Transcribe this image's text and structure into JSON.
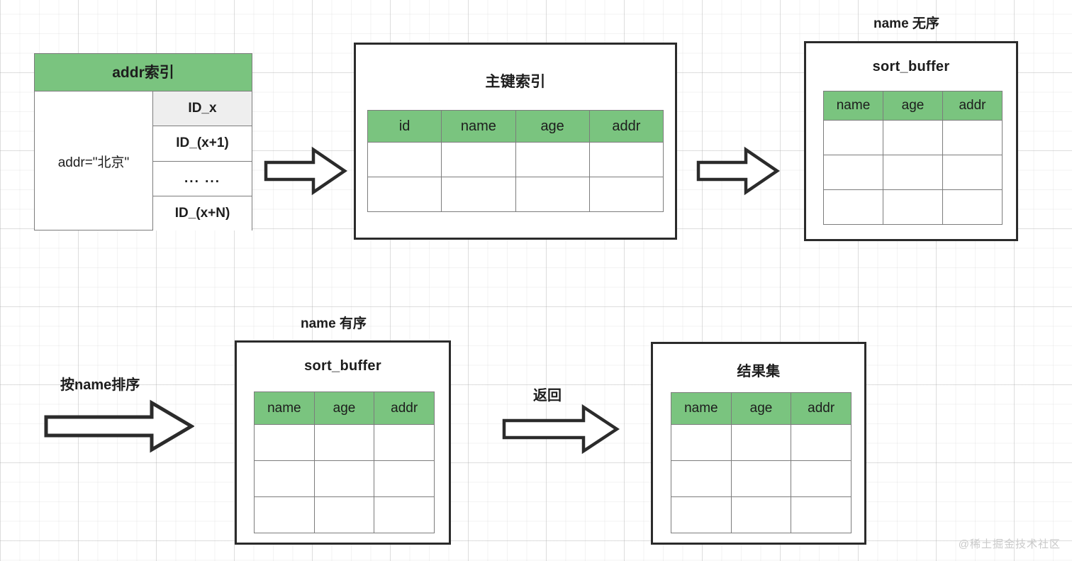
{
  "watermark": "@稀土掘金技术社区",
  "addr_index": {
    "title": "addr索引",
    "condition": "addr=\"北京\"",
    "ids": [
      "ID_x",
      "ID_(x+1)",
      "... ...",
      "ID_(x+N)"
    ]
  },
  "pk_index": {
    "title": "主键索引",
    "columns": [
      "id",
      "name",
      "age",
      "addr"
    ],
    "empty_rows": 2
  },
  "sort_buffer_top": {
    "label": "name 无序",
    "title": "sort_buffer",
    "columns": [
      "name",
      "age",
      "addr"
    ],
    "empty_rows": 3
  },
  "sort_buffer_bottom": {
    "label": "name 有序",
    "title": "sort_buffer",
    "columns": [
      "name",
      "age",
      "addr"
    ],
    "empty_rows": 3
  },
  "result_set": {
    "title": "结果集",
    "columns": [
      "name",
      "age",
      "addr"
    ],
    "empty_rows": 3
  },
  "arrows": {
    "addr_to_pk": "",
    "pk_to_sortbuf": "",
    "sort_by_name": "按name排序",
    "return": "返回"
  },
  "colors": {
    "header_green": "#7ac47f",
    "box_border": "#2b2b2b",
    "cell_border": "#7c7c7c",
    "highlight_gray": "#eeeeee",
    "text": "#1d1d1d"
  }
}
